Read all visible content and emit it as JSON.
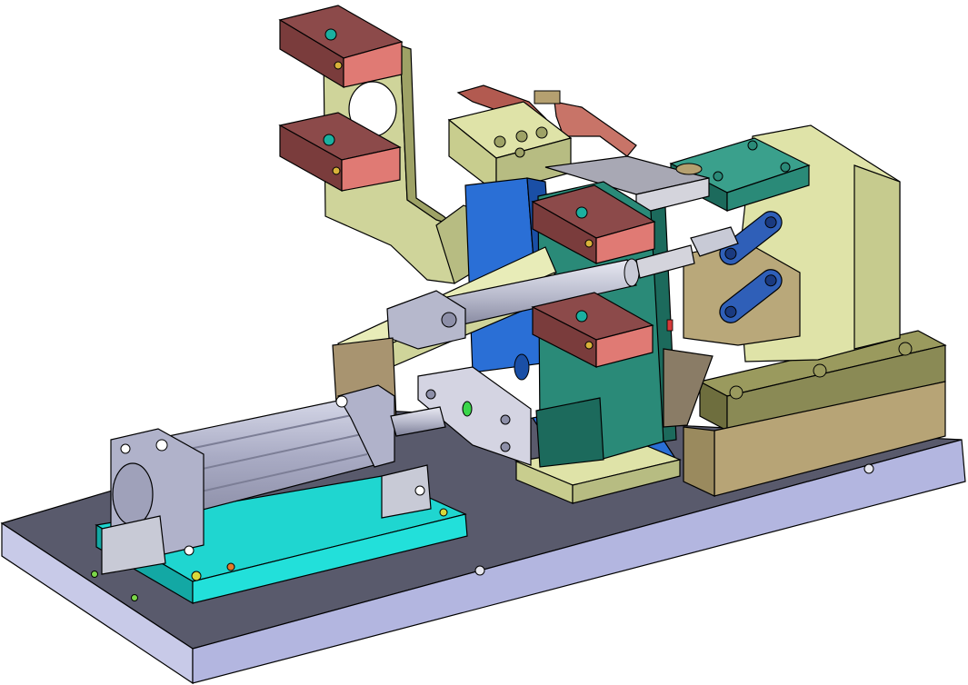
{
  "image": {
    "kind": "3D CAD rendering of a pneumatic clamping fixture assembly",
    "background": "#ffffff",
    "has_text": false
  },
  "colors": {
    "base_plate_top": "#595a6c",
    "base_plate_side": "#b3b6e0",
    "cylinder_mount_plate": "#1fd6d0",
    "cylinder_body": "#aeb0c8",
    "bracket_khaki": "#b9c28a",
    "clamp_block_red": "#8c4a4a",
    "clamp_block_red_side": "#e07a74",
    "side_block_blue": "#2a6fd6",
    "plate_teal": "#2a8a78",
    "rail_olive": "#8a8a55",
    "rail_tan": "#b7a476",
    "link_blue": "#2f5fb8",
    "rod_gray": "#c8cad6"
  },
  "components": [
    {
      "id": "base-plate"
    },
    {
      "id": "cylinder-mount-plate"
    },
    {
      "id": "pneumatic-cylinder"
    },
    {
      "id": "upper-bracket"
    },
    {
      "id": "clamp-blocks"
    },
    {
      "id": "angled-cylinder"
    },
    {
      "id": "side-blocks"
    },
    {
      "id": "right-rail"
    },
    {
      "id": "right-column"
    },
    {
      "id": "toggle-links"
    },
    {
      "id": "gripper-arms"
    }
  ]
}
